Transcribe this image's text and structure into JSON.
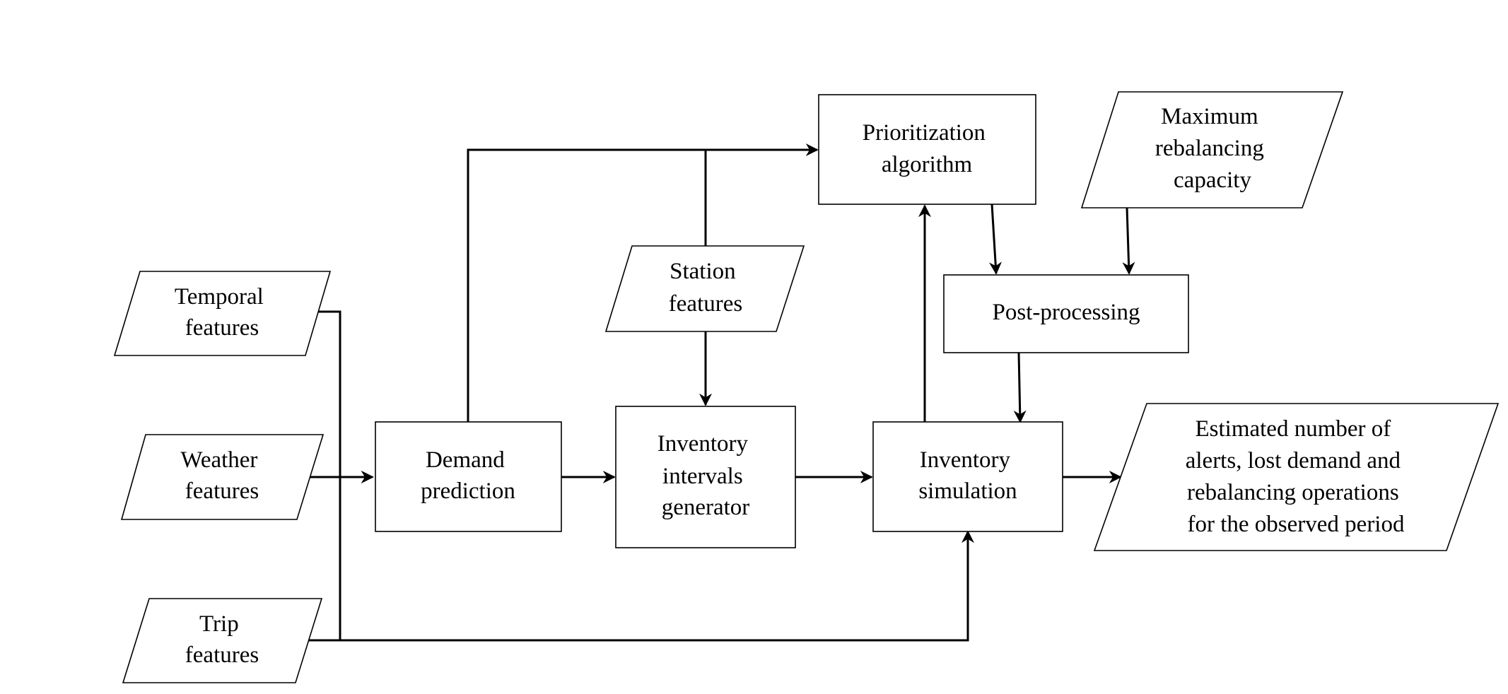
{
  "diagram": {
    "nodes": {
      "temporal": {
        "kind": "input",
        "lines": [
          "Temporal",
          "features"
        ]
      },
      "weather": {
        "kind": "input",
        "lines": [
          "Weather",
          "features"
        ]
      },
      "trip": {
        "kind": "input",
        "lines": [
          "Trip",
          "features"
        ]
      },
      "station": {
        "kind": "input",
        "lines": [
          "Station",
          "features"
        ]
      },
      "max_capacity": {
        "kind": "input",
        "lines": [
          "Maximum",
          "rebalancing",
          "capacity"
        ]
      },
      "demand": {
        "kind": "process",
        "lines": [
          "Demand",
          "prediction"
        ]
      },
      "intervals": {
        "kind": "process",
        "lines": [
          "Inventory",
          "intervals",
          "generator"
        ]
      },
      "prioritization": {
        "kind": "process",
        "lines": [
          "Prioritization",
          "algorithm"
        ]
      },
      "postprocessing": {
        "kind": "process",
        "lines": [
          "Post-processing"
        ]
      },
      "simulation": {
        "kind": "process",
        "lines": [
          "Inventory",
          "simulation"
        ]
      },
      "output": {
        "kind": "output",
        "lines": [
          "Estimated number of",
          "alerts, lost demand and",
          "rebalancing operations",
          "for the observed period"
        ]
      }
    },
    "edges": [
      {
        "from": "temporal",
        "to": "demand"
      },
      {
        "from": "weather",
        "to": "demand"
      },
      {
        "from": "trip",
        "to": "demand"
      },
      {
        "from": "trip",
        "to": "simulation"
      },
      {
        "from": "demand",
        "to": "intervals"
      },
      {
        "from": "demand",
        "to": "prioritization"
      },
      {
        "from": "station",
        "to": "intervals"
      },
      {
        "from": "station",
        "to": "prioritization"
      },
      {
        "from": "intervals",
        "to": "simulation"
      },
      {
        "from": "simulation",
        "to": "prioritization"
      },
      {
        "from": "prioritization",
        "to": "postprocessing"
      },
      {
        "from": "max_capacity",
        "to": "postprocessing"
      },
      {
        "from": "postprocessing",
        "to": "simulation"
      },
      {
        "from": "simulation",
        "to": "output"
      }
    ]
  }
}
